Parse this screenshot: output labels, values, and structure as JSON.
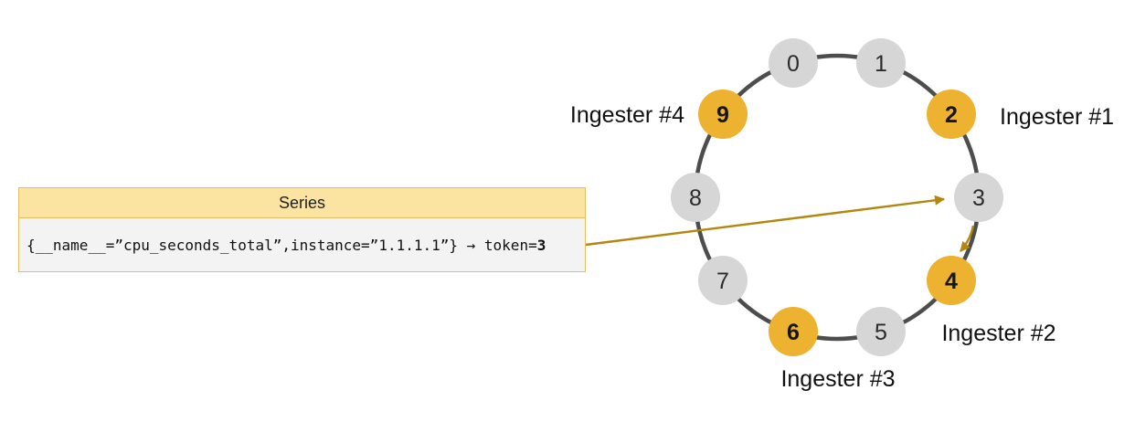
{
  "colors": {
    "ring_stroke": "#4d4d4d",
    "node_gray": "#d6d6d6",
    "accent_yellow": "#ecb230",
    "arrow_gold": "#b3860e",
    "box_border": "#e7bf62",
    "box_header_bg": "#fbe3a1",
    "box_body_bg": "#f3f3f3"
  },
  "series_box": {
    "title": "Series",
    "series_text": "{__name__=”cpu_seconds_total”,instance=”1.1.1.1”} → token=",
    "token_value": "3"
  },
  "ring": {
    "tokens": [
      {
        "value": "0",
        "owned": false
      },
      {
        "value": "1",
        "owned": false
      },
      {
        "value": "2",
        "owned": true
      },
      {
        "value": "3",
        "owned": false
      },
      {
        "value": "4",
        "owned": true
      },
      {
        "value": "5",
        "owned": false
      },
      {
        "value": "6",
        "owned": true
      },
      {
        "value": "7",
        "owned": false
      },
      {
        "value": "8",
        "owned": false
      },
      {
        "value": "9",
        "owned": true
      }
    ]
  },
  "ingester_labels": {
    "ingester1": "Ingester #1",
    "ingester2": "Ingester #2",
    "ingester3": "Ingester #3",
    "ingester4": "Ingester #4"
  }
}
